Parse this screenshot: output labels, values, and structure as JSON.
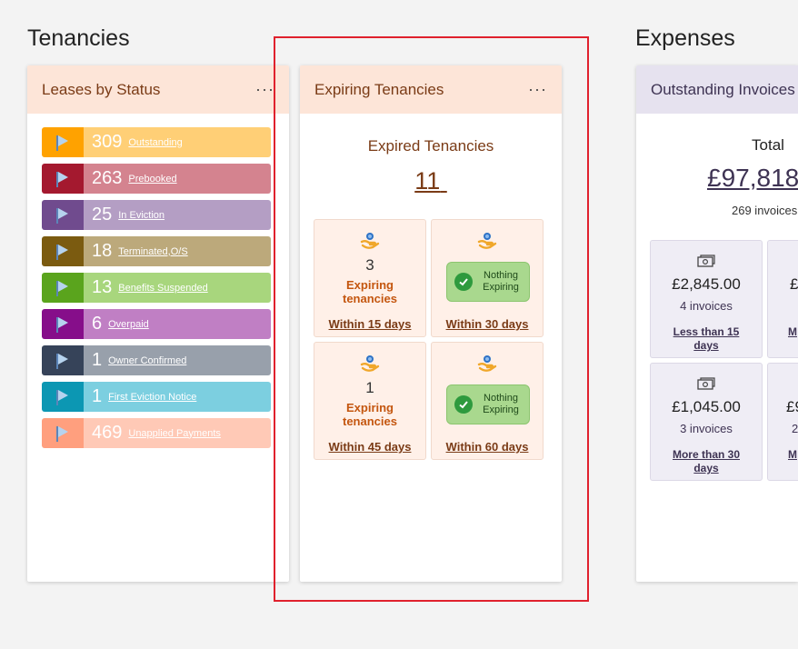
{
  "sections": {
    "tenancies_title": "Tenancies",
    "expenses_title": "Expenses"
  },
  "leases_card": {
    "title": "Leases by Status",
    "more_label": "···",
    "items": [
      {
        "count": "309",
        "label": "Outstanding",
        "dark": "#ffa200",
        "light": "#ffcf76"
      },
      {
        "count": "263",
        "label": "Prebooked",
        "dark": "#a4192f",
        "light": "#d4838f"
      },
      {
        "count": "25",
        "label": "In Eviction",
        "dark": "#704b8e",
        "light": "#b49ec4"
      },
      {
        "count": "18",
        "label": "Terminated,O/S",
        "dark": "#7b5b10",
        "light": "#bca97b"
      },
      {
        "count": "13",
        "label": "Benefits Suspended",
        "dark": "#5aa41d",
        "light": "#a8d67d"
      },
      {
        "count": "6",
        "label": "Overpaid",
        "dark": "#860e8a",
        "light": "#c07fc4"
      },
      {
        "count": "1",
        "label": "Owner Confirmed",
        "dark": "#364359",
        "light": "#98a0ab"
      },
      {
        "count": "1",
        "label": "First Eviction Notice",
        "dark": "#0c97b3",
        "light": "#7ccfe0"
      },
      {
        "count": "469",
        "label": "Unapplied Payments",
        "dark": "#ff9f7e",
        "light": "#ffc9b6"
      }
    ]
  },
  "expiring_card": {
    "title": "Expiring Tenancies",
    "more_label": "···",
    "expired_label": "Expired Tenancies",
    "expired_count": "11",
    "tiles": [
      {
        "count": "3",
        "line1": "Expiring",
        "line2": "tenancies",
        "within": "Within 15 days"
      },
      {
        "nothing1": "Nothing",
        "nothing2": "Expiring",
        "within": "Within 30 days"
      },
      {
        "count": "1",
        "line1": "Expiring",
        "line2": "tenancies",
        "within": "Within 45 days"
      },
      {
        "nothing1": "Nothing",
        "nothing2": "Expiring",
        "within": "Within 60 days"
      }
    ]
  },
  "invoices_card": {
    "title": "Outstanding Invoices",
    "total_label": "Total",
    "total_value": "£97,818.",
    "invoice_count": "269 invoices",
    "tiles": [
      {
        "amount": "£2,845.00",
        "count": "4 invoices",
        "range1": "Less than 15",
        "range2": "days"
      },
      {
        "amount": "£",
        "count": "",
        "range1": "M",
        "range2": ""
      },
      {
        "amount": "£1,045.00",
        "count": "3 invoices",
        "range1": "More than 30",
        "range2": "days"
      },
      {
        "amount": "£9",
        "count": "2",
        "range1": "M",
        "range2": ""
      }
    ]
  },
  "icons": {
    "flag": "flag-icon",
    "hand": "hand-coin-icon",
    "check": "checkmark-circle-icon",
    "cash": "money-icon"
  }
}
